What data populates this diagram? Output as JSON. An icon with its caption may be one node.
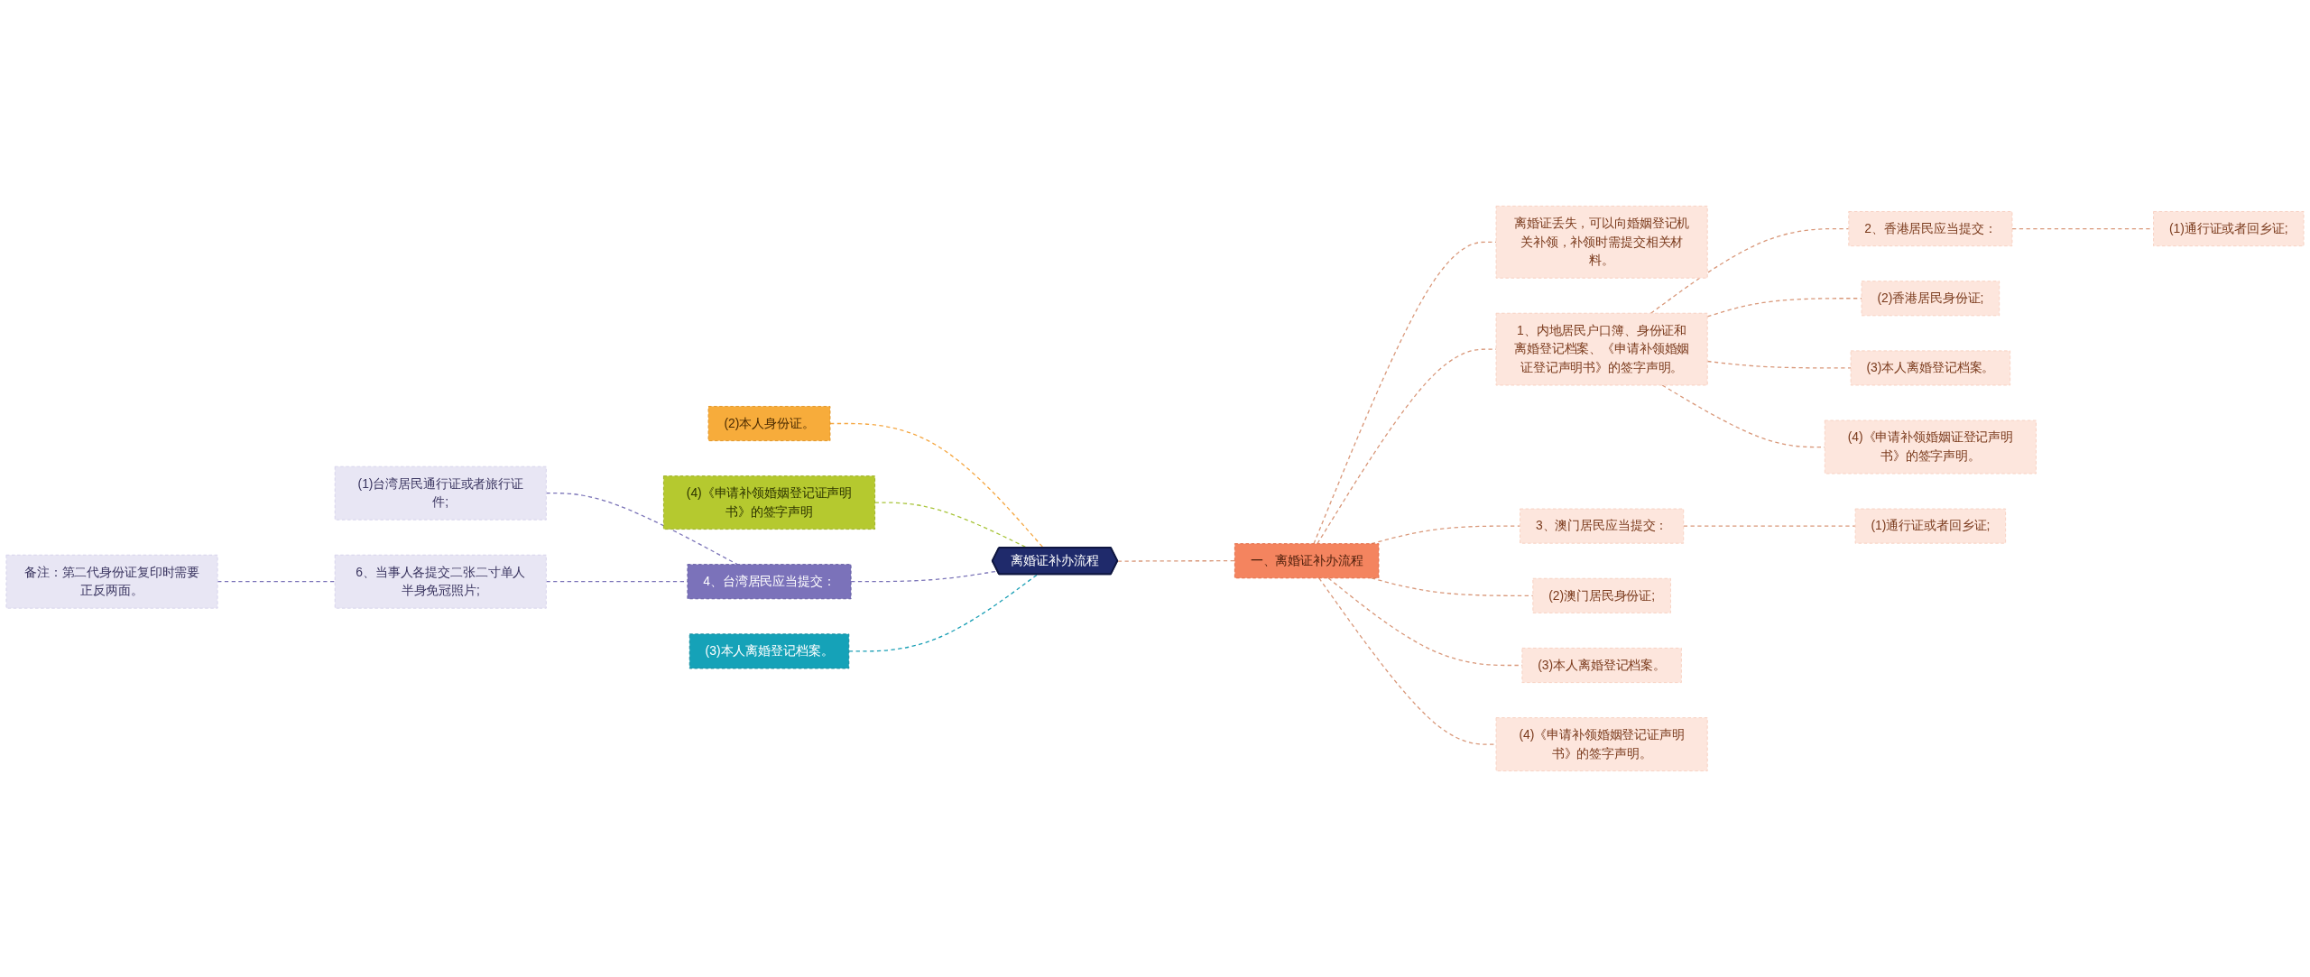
{
  "diagram": {
    "nodes": [
      {
        "text": [
          "离婚证补办流程"
        ]
      },
      {
        "text": [
          "一、离婚证补办流程"
        ]
      },
      {
        "text": [
          "离婚证丢失，可以向婚姻登记机关补领，补领时需提交相关材料。"
        ]
      },
      {
        "text": [
          "1、内地居民户口簿、身份证和离婚登记档案、《申请补领婚姻证登记声明书》的签字声明。"
        ]
      },
      {
        "text": [
          "2、香港居民应当提交："
        ]
      },
      {
        "text": [
          "(1)通行证或者回乡证;"
        ]
      },
      {
        "text": [
          "(2)香港居民身份证;"
        ]
      },
      {
        "text": [
          "(3)本人离婚登记档案。"
        ]
      },
      {
        "text": [
          "(4)《申请补领婚姻证登记声明书》的签字声明。"
        ]
      },
      {
        "text": [
          "3、澳门居民应当提交："
        ]
      },
      {
        "text": [
          "(1)通行证或者回乡证;"
        ]
      },
      {
        "text": [
          "(2)澳门居民身份证;"
        ]
      },
      {
        "text": [
          "(3)本人离婚登记档案。"
        ]
      },
      {
        "text": [
          "(4)《申请补领婚姻登记证声明书》的签字声明。"
        ]
      },
      {
        "text": [
          "(2)本人身份证。"
        ]
      },
      {
        "text": [
          "(4)《申请补领婚姻登记证声明书》的签字声明"
        ]
      },
      {
        "text": [
          "4、台湾居民应当提交："
        ]
      },
      {
        "text": [
          "(1)台湾居民通行证或者旅行证件;"
        ]
      },
      {
        "text": [
          "6、当事人各提交二张二寸单人半身免冠照片;"
        ]
      },
      {
        "text": [
          "备注：第二代身份证复印时需要正反两面。"
        ]
      },
      {
        "text": [
          "(3)本人离婚登记档案。"
        ]
      }
    ],
    "edges": [
      {
        "from": 0,
        "to": 1,
        "arrow": "none",
        "style": "dashed"
      },
      {
        "from": 1,
        "to": 2,
        "arrow": "none",
        "style": "dashed"
      },
      {
        "from": 1,
        "to": 3,
        "arrow": "none",
        "style": "dashed"
      },
      {
        "from": 3,
        "to": 4,
        "arrow": "none",
        "style": "dashed"
      },
      {
        "from": 4,
        "to": 5,
        "arrow": "none",
        "style": "dashed"
      },
      {
        "from": 3,
        "to": 6,
        "arrow": "none",
        "style": "dashed"
      },
      {
        "from": 3,
        "to": 7,
        "arrow": "none",
        "style": "dashed"
      },
      {
        "from": 3,
        "to": 8,
        "arrow": "none",
        "style": "dashed"
      },
      {
        "from": 1,
        "to": 9,
        "arrow": "none",
        "style": "dashed"
      },
      {
        "from": 9,
        "to": 10,
        "arrow": "none",
        "style": "dashed"
      },
      {
        "from": 1,
        "to": 11,
        "arrow": "none",
        "style": "dashed"
      },
      {
        "from": 1,
        "to": 12,
        "arrow": "none",
        "style": "dashed"
      },
      {
        "from": 1,
        "to": 13,
        "arrow": "none",
        "style": "dashed"
      },
      {
        "from": 0,
        "to": 14,
        "arrow": "none",
        "style": "dashed",
        "color": "#f5a742"
      },
      {
        "from": 0,
        "to": 15,
        "arrow": "none",
        "style": "dashed",
        "color": "#a8c43a"
      },
      {
        "from": 0,
        "to": 16,
        "arrow": "none",
        "style": "dashed",
        "color": "#7b74b8"
      },
      {
        "from": 16,
        "to": 17,
        "arrow": "none",
        "style": "dashed",
        "color": "#7b74b8"
      },
      {
        "from": 16,
        "to": 18,
        "arrow": "none",
        "style": "dashed",
        "color": "#7b74b8"
      },
      {
        "from": 18,
        "to": 19,
        "arrow": "none",
        "style": "dashed",
        "color": "#7b74b8"
      },
      {
        "from": 0,
        "to": 20,
        "arrow": "none",
        "style": "dashed",
        "color": "#1a9fb5"
      }
    ]
  }
}
